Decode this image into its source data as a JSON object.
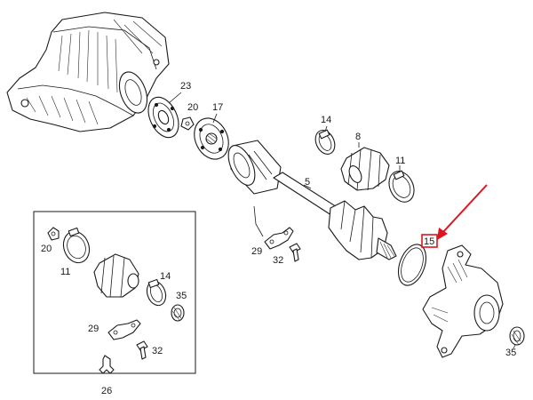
{
  "colors": {
    "ink": "#1a1a1a",
    "highlight": "#e0141e",
    "background": "#ffffff"
  },
  "icons": [
    "wrench-icon"
  ],
  "labels": {
    "p23": "23",
    "p20_top": "20",
    "p17": "17",
    "p14_top": "14",
    "p8": "8",
    "p11_top": "11",
    "p5": "5",
    "p29_top": "29",
    "p32_top": "32",
    "p15": "15",
    "p35_right": "35",
    "p20_inset": "20",
    "p11_inset": "11",
    "p14_inset": "14",
    "p35_inset": "35",
    "p29_inset": "29",
    "p32_inset": "32",
    "p26": "26"
  }
}
